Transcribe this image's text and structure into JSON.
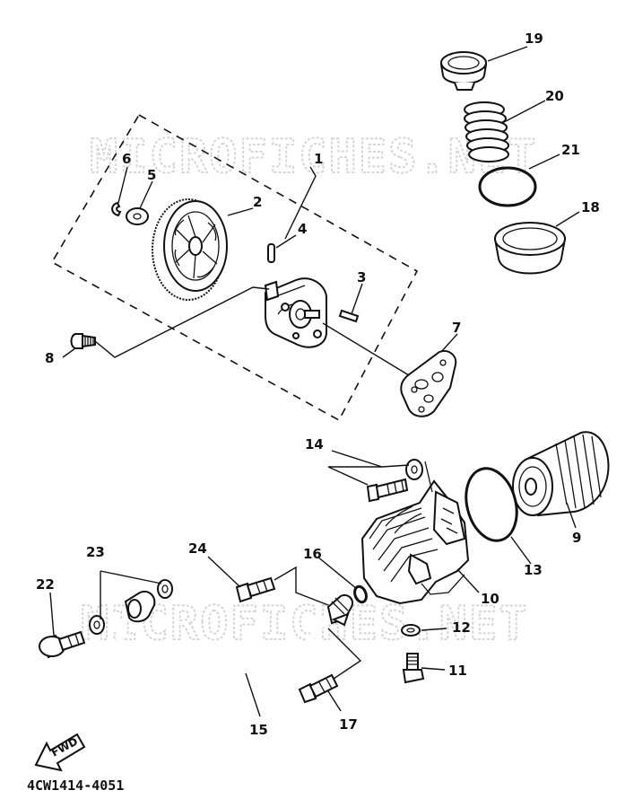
{
  "watermark": "MICROFICHES.NET",
  "diagram_code": "4CW1414-4051",
  "direction_arrow": "FWD",
  "callouts": {
    "c1": "1",
    "c2": "2",
    "c3": "3",
    "c4": "4",
    "c5": "5",
    "c6": "6",
    "c7": "7",
    "c8": "8",
    "c9": "9",
    "c10": "10",
    "c11": "11",
    "c12": "12",
    "c13": "13",
    "c14": "14",
    "c15": "15",
    "c16": "16",
    "c17": "17",
    "c18": "18",
    "c19": "19",
    "c20": "20",
    "c21": "21",
    "c22": "22",
    "c23": "23",
    "c24": "24"
  }
}
